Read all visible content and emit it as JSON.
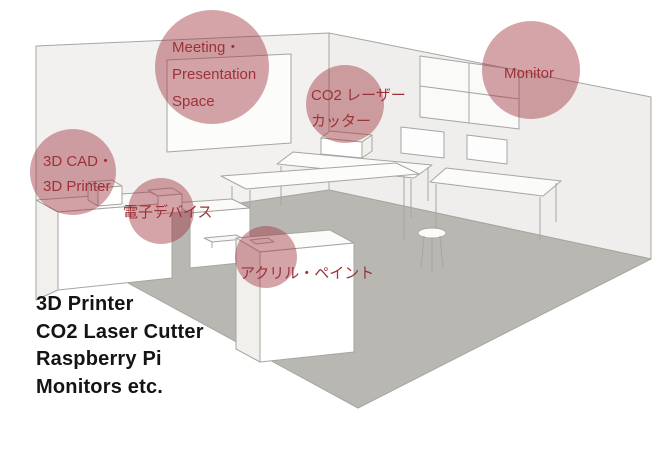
{
  "colors": {
    "highlight": "#a03540",
    "label": "#9e3138",
    "list_text": "#141414"
  },
  "annotations": {
    "meeting": {
      "line1": "Meeting・",
      "line2": "Presentation",
      "line3": "Space"
    },
    "monitor": {
      "label": "Monitor"
    },
    "co2_laser": {
      "line1": "CO2 レーザー",
      "line2": "カッター"
    },
    "cad_printer": {
      "line1": "3D CAD・",
      "line2": "3D Printer"
    },
    "devices": {
      "label": "電子デバイス"
    },
    "acrylic": {
      "label": "アクリル・ペイント"
    }
  },
  "equipment_list": {
    "line1": "3D Printer",
    "line2": "CO2 Laser Cutter",
    "line3": "Raspberry Pi",
    "line4": "Monitors etc."
  }
}
